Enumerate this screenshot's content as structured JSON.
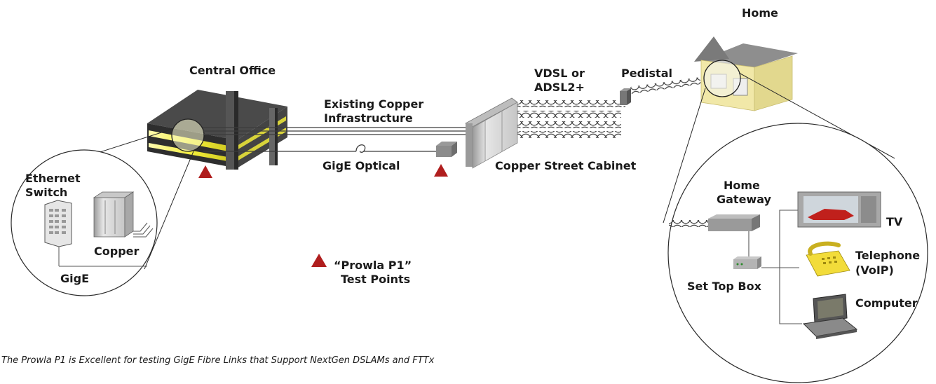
{
  "labels": {
    "central_office": "Central Office",
    "existing_copper_1": "Existing Copper",
    "existing_copper_2": "Infrastructure",
    "gige_optical": "GigE Optical",
    "copper_street_cabinet": "Copper Street Cabinet",
    "vdsl_1": "VDSL or",
    "vdsl_2": "ADSL2+",
    "pedistal": "Pedistal",
    "home": "Home",
    "ethernet_switch_1": "Ethernet",
    "ethernet_switch_2": "Switch",
    "copper": "Copper",
    "gige": "GigE",
    "legend_1": "“Prowla P1”",
    "legend_2": "Test Points",
    "home_gateway_1": "Home",
    "home_gateway_2": "Gateway",
    "set_top_box": "Set Top Box",
    "tv": "TV",
    "telephone_1": "Telephone",
    "telephone_2": "(VoIP)",
    "computer": "Computer"
  },
  "caption": "The Prowla P1 is Excellent for testing GigE Fibre Links that Support NextGen DSLAMs and FTTx",
  "colors": {
    "test_point": "#b01e1e",
    "building_dark": "#3a3a3a",
    "building_glow": "#f3ee3a",
    "cabinet": "#d4d4d4",
    "house_wall": "#f1e8a8",
    "roof": "#a8a8a8",
    "line": "#3c3c3c"
  }
}
